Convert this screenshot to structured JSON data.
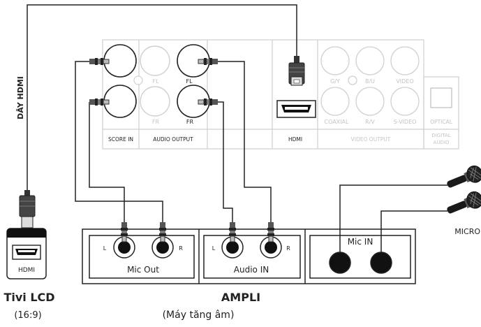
{
  "cable_label": "DÂY HDMI",
  "player": {
    "fl_left": "FL",
    "fr_left": "FR",
    "fl_right": "FL",
    "fr_right": "FR",
    "score_in": "SCORE IN",
    "audio_output": "AUDIO OUTPUT",
    "hdmi": "HDMI",
    "gy": "G/Y",
    "bu": "B/U",
    "video": "VIDEO",
    "coaxial": "COAXIAL",
    "rv": "R/V",
    "svideo": "S-VIDEO",
    "optical": "OPTICAL",
    "video_output": "VIDEO OUTPUT",
    "digital_audio_1": "DIGITAL",
    "digital_audio_2": "AUDIO"
  },
  "tv": {
    "port_label": "HDMI",
    "name": "Tivi LCD",
    "ratio": "(16:9)"
  },
  "ampli": {
    "mic_out": "Mic Out",
    "audio_in": "Audio IN",
    "mic_in": "Mic IN",
    "l1": "L",
    "r1": "R",
    "l2": "L",
    "r2": "R",
    "title": "AMPLI",
    "subtitle": "(Máy tăng âm)"
  },
  "micro_label": "MICRO"
}
